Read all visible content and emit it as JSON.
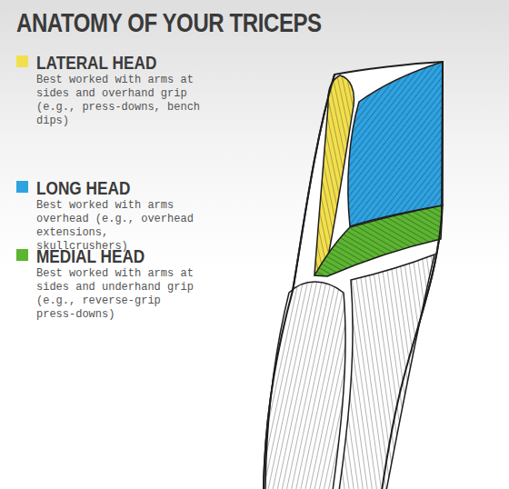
{
  "diagram": {
    "title": "ANATOMY OF YOUR TRICEPS",
    "labels": [
      "Best worked with arms at sides and overhand grip (e.g., press-downs, bench dips)",
      "Best worked with arms overhead (e.g., overhead extensions, skullcrushers)",
      "Best worked with arms at sides and underhand grip (e.g., reverse-grip press-downs)"
    ],
    "legend": [
      {
        "text": "LATERAL HEAD",
        "color": "#f2df4e"
      },
      {
        "text": "LONG HEAD",
        "color": "#2ea3e0"
      },
      {
        "text": "MEDIAL HEAD",
        "color": "#5cb531"
      }
    ]
  }
}
